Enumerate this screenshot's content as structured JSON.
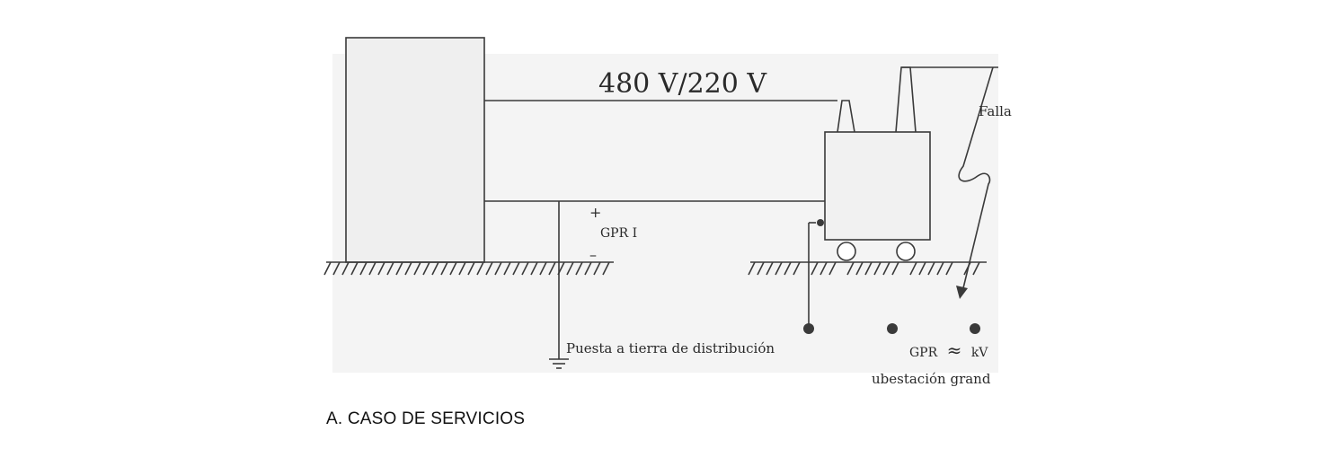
{
  "diagram": {
    "voltage_label": "480 V/220 V",
    "fault_label": "Falla",
    "gpr1_label": "GPR I",
    "plus_sign": "+",
    "minus_sign": "–",
    "distribution_ground_label": "Puesta a tierra de distribución",
    "gpr_kv_prefix": "GPR",
    "approx_symbol": "≈",
    "gpr_kv_unit": "kV",
    "substation_label": "ubestación grand"
  },
  "caption": "A. CASO DE SERVICIOS",
  "colors": {
    "line": "#3a3a3a",
    "scan_background": "#ececec",
    "text": "#2a2a2a"
  }
}
